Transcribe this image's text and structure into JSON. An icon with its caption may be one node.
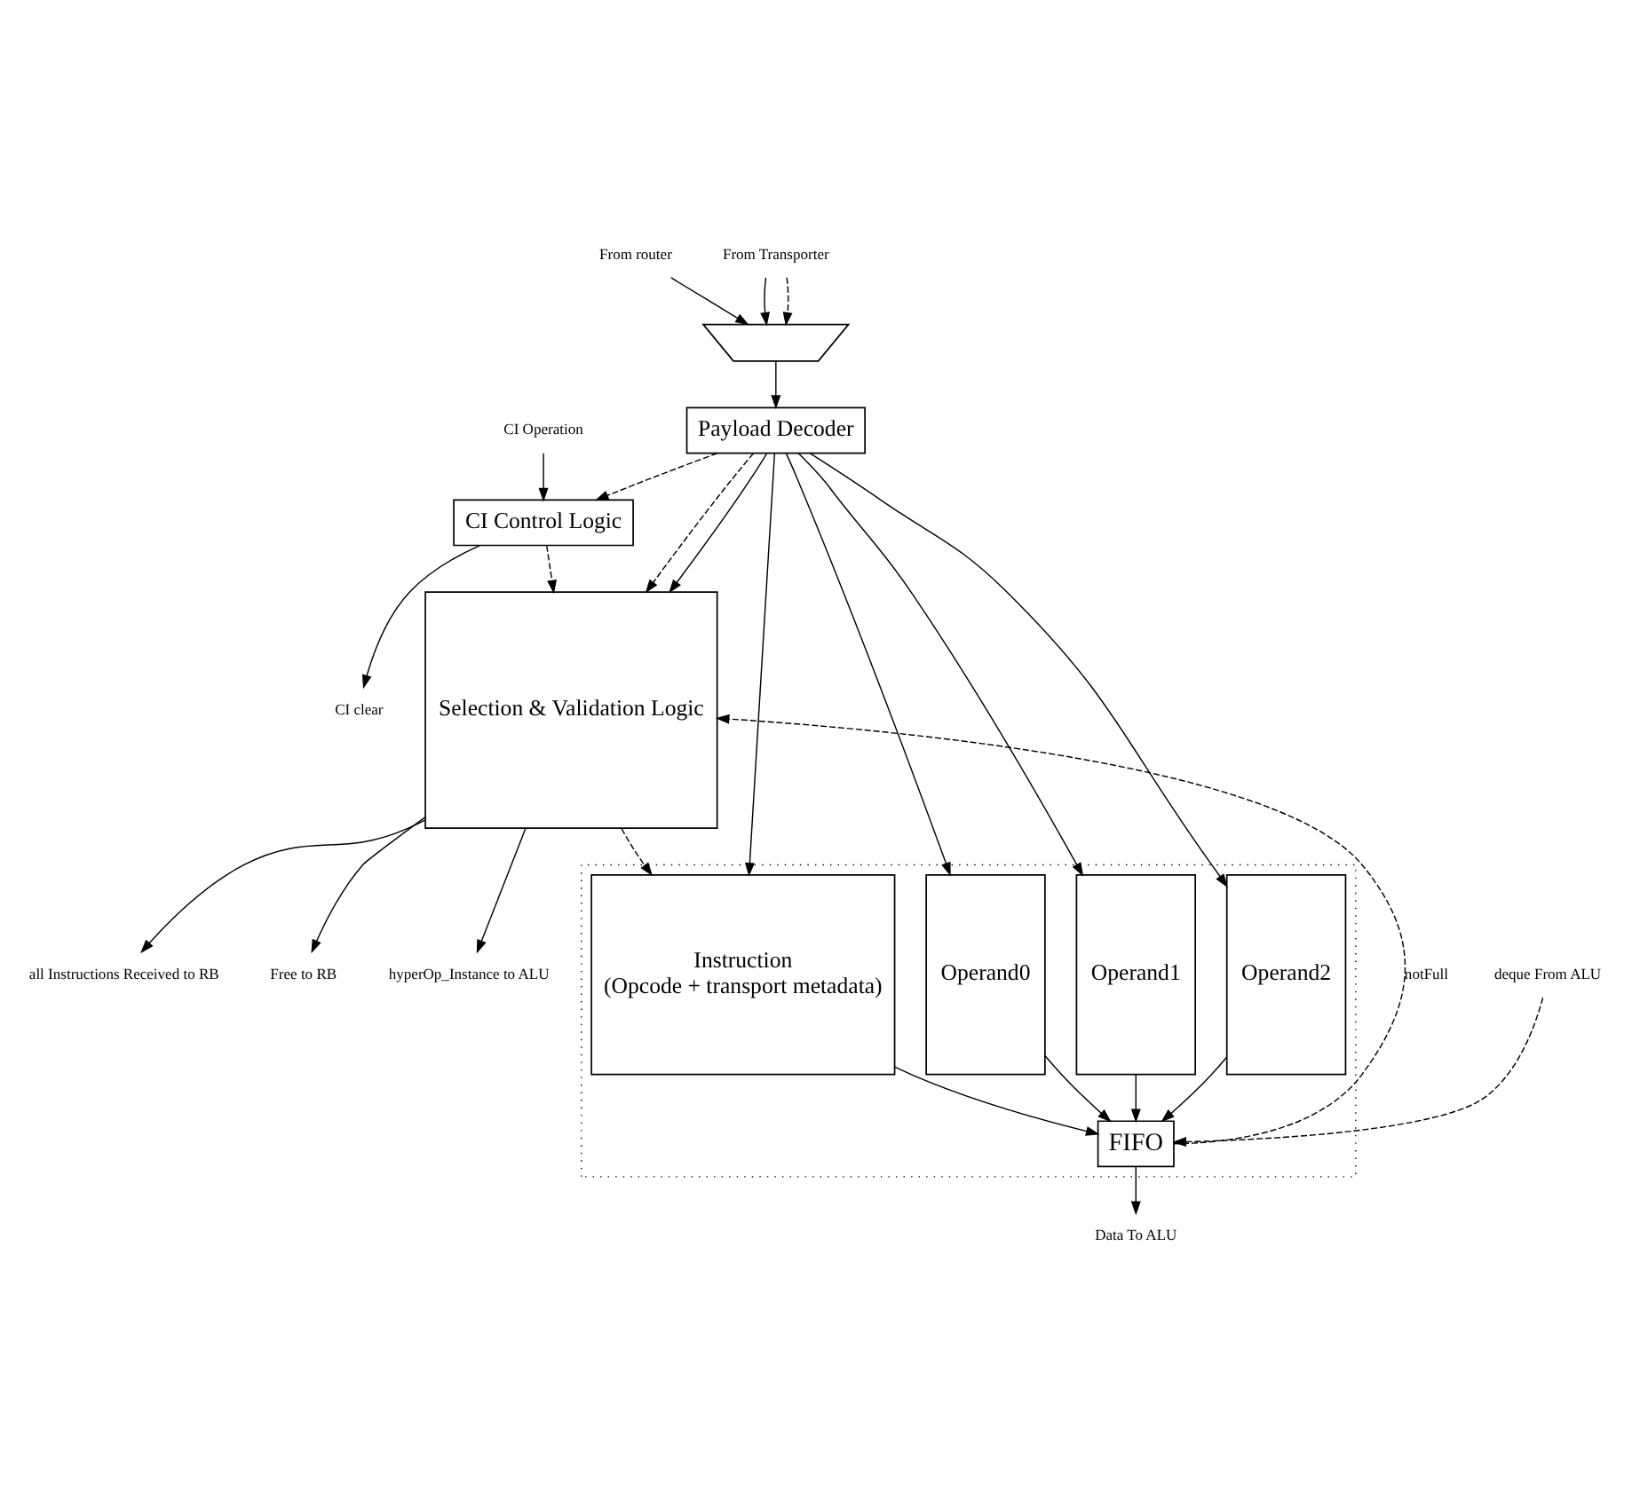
{
  "diagram": {
    "nodes": [
      {
        "text": [
          "CI Operation"
        ]
      },
      {
        "text": [
          "From router"
        ]
      },
      {
        "text": [
          "From Transporter"
        ]
      },
      {
        "text": [],
        "shape": "trapezium"
      },
      {
        "text": [
          "CI Control Logic"
        ]
      },
      {
        "text": [
          "Payload Decoder"
        ]
      },
      {
        "text": [
          "Selection & Validation Logic"
        ]
      },
      {
        "text": [],
        "shape": "box"
      },
      {
        "text": [
          "Instruction",
          "(Opcode + transport metadata)"
        ],
        "in": 7
      },
      {
        "text": [
          "Operand0"
        ],
        "in": 7
      },
      {
        "text": [
          "Operand1"
        ],
        "in": 7
      },
      {
        "text": [
          "Operand2"
        ],
        "in": 7
      },
      {
        "text": [
          "FIFO"
        ],
        "in": 7
      },
      {
        "text": [
          "CI clear"
        ]
      },
      {
        "text": [
          "all Instructions Received to RB"
        ]
      },
      {
        "text": [
          "Free to RB"
        ]
      },
      {
        "text": [
          "hyperOp_Instance to ALU"
        ]
      },
      {
        "text": [
          "Data To ALU"
        ]
      },
      {
        "text": [
          "deque From ALU"
        ]
      }
    ],
    "edges": [
      {
        "from": 0,
        "to": 4,
        "arrow": "to"
      },
      {
        "from": 1,
        "to": 3,
        "arrow": "to"
      },
      {
        "from": 2,
        "to": 3,
        "arrow": "to"
      },
      {
        "from": 2,
        "to": 3,
        "arrow": "to",
        "style": "dashed"
      },
      {
        "from": 3,
        "to": 5,
        "arrow": "to"
      },
      {
        "from": 5,
        "to": 4,
        "arrow": "to",
        "style": "dashed"
      },
      {
        "from": 5,
        "to": 6,
        "arrow": "to",
        "style": "dashed"
      },
      {
        "from": 5,
        "to": 6,
        "arrow": "to"
      },
      {
        "from": 5,
        "to": 8,
        "arrow": "to"
      },
      {
        "from": 5,
        "to": 9,
        "arrow": "to"
      },
      {
        "from": 5,
        "to": 10,
        "arrow": "to"
      },
      {
        "from": 5,
        "to": 11,
        "arrow": "to"
      },
      {
        "from": 4,
        "to": 6,
        "arrow": "to",
        "style": "dashed"
      },
      {
        "from": 4,
        "to": 13,
        "arrow": "to"
      },
      {
        "from": 6,
        "to": 8,
        "arrow": "to",
        "style": "dashed"
      },
      {
        "from": 8,
        "to": 12,
        "arrow": "to"
      },
      {
        "from": 9,
        "to": 12,
        "arrow": "to"
      },
      {
        "from": 10,
        "to": 12,
        "arrow": "to"
      },
      {
        "from": 11,
        "to": 12,
        "arrow": "to"
      },
      {
        "from": 12,
        "to": 6,
        "arrow": "to",
        "style": "dashed",
        "label": "notFull"
      },
      {
        "from": 18,
        "to": 12,
        "arrow": "to",
        "style": "dashed"
      },
      {
        "from": 6,
        "to": 14,
        "arrow": "to"
      },
      {
        "from": 6,
        "to": 15,
        "arrow": "to"
      },
      {
        "from": 6,
        "to": 16,
        "arrow": "to"
      },
      {
        "from": 12,
        "to": 17,
        "arrow": "to"
      }
    ]
  }
}
